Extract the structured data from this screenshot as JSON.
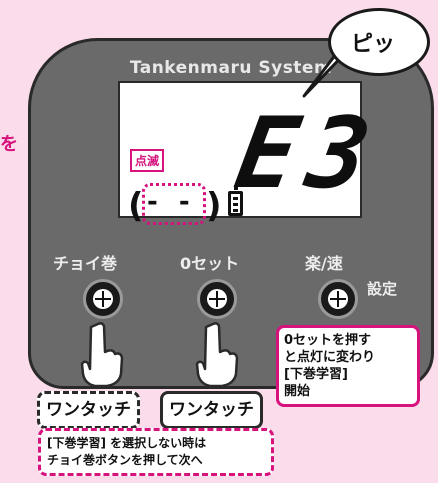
{
  "edge_char": "を",
  "device": {
    "title": "Tankenmaru System",
    "display": {
      "code": "E3",
      "blink_tag": "点滅",
      "paren_left": "(",
      "paren_right": ")",
      "dashes": "- -"
    },
    "buttons": [
      {
        "label": "チョイ巻"
      },
      {
        "label": "0セット"
      },
      {
        "label": "楽/速"
      }
    ],
    "setting_label": "設定"
  },
  "bubble": {
    "text": "ピッ"
  },
  "one_touch_labels": [
    "ワンタッチ",
    "ワンタッチ"
  ],
  "note_right": {
    "lines": [
      "0セットを押す",
      "と点灯に変わり",
      "[下巻学習]",
      "開始"
    ]
  },
  "note_bottom": {
    "lines": [
      "[下巻学習] を選択しない時は",
      "チョイ巻ボタンを押して次へ"
    ]
  },
  "colors": {
    "background": "#fbdcea",
    "accent": "#d6127d",
    "device": "#6a6a6a"
  }
}
